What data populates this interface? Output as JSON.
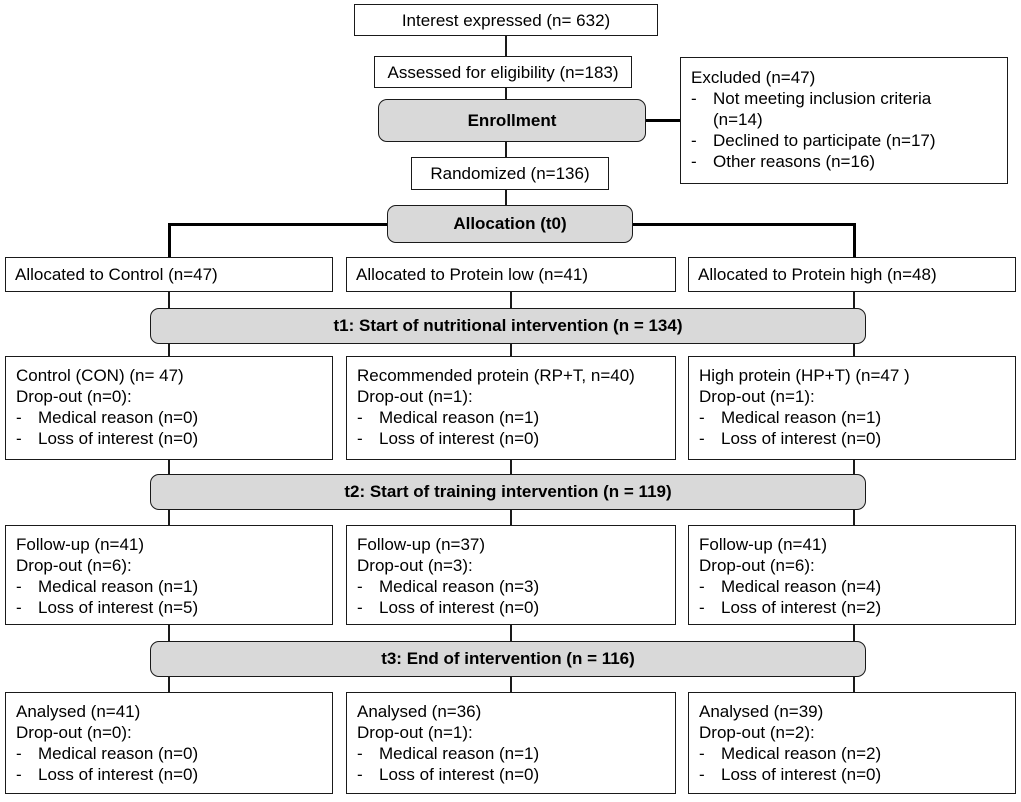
{
  "interest": "Interest expressed (n= 632)",
  "assessed": "Assessed for eligibility  (n=183)",
  "enrollment": "Enrollment",
  "excluded": {
    "title": "Excluded  (n=47)",
    "items": [
      [
        "Not meeting inclusion criteria",
        "(n=14)"
      ],
      [
        "Declined to participate (n=17)"
      ],
      [
        "Other reasons (n=16)"
      ]
    ]
  },
  "randomized": "Randomized  (n=136)",
  "allocation": "Allocation (t0)",
  "allocated": [
    "Allocated to Control (n=47)",
    "Allocated to Protein low  (n=41)",
    "Allocated to Protein high  (n=48)"
  ],
  "stages": {
    "t1": "t1: Start of nutritional intervention (n = 134)",
    "t2": "t2: Start of training intervention  (n = 119)",
    "t3": "t3: End of intervention (n = 116)"
  },
  "groups_t1": [
    {
      "title": "Control (CON) (n= 47)",
      "dropout": "Drop-out (n=0):",
      "medical": "Medical reason (n=0)",
      "loss": "Loss of interest (n=0)"
    },
    {
      "title": "Recommended protein (RP+T, n=40)",
      "dropout": "Drop-out (n=1):",
      "medical": "Medical reason (n=1)",
      "loss": "Loss of interest (n=0)"
    },
    {
      "title": "High protein (HP+T) (n=47 )",
      "dropout": "Drop-out (n=1):",
      "medical": "Medical reason (n=1)",
      "loss": "Loss of interest (n=0)"
    }
  ],
  "groups_t2": [
    {
      "title": "Follow-up  (n=41)",
      "dropout": "Drop-out (n=6):",
      "medical": "Medical reason (n=1)",
      "loss": "Loss of interest (n=5)"
    },
    {
      "title": "Follow-up  (n=37)",
      "dropout": "Drop-out (n=3):",
      "medical": "Medical reason (n=3)",
      "loss": "Loss of interest (n=0)"
    },
    {
      "title": "Follow-up  (n=41)",
      "dropout": "Drop-out (n=6):",
      "medical": "Medical reason (n=4)",
      "loss": "Loss of interest (n=2)"
    }
  ],
  "groups_t3": [
    {
      "title": "Analysed   (n=41)",
      "dropout": "Drop-out (n=0):",
      "medical": "Medical reason (n=0)",
      "loss": "Loss of interest (n=0)"
    },
    {
      "title": "Analysed   (n=36)",
      "dropout": "Drop-out (n=1):",
      "medical": "Medical reason (n=1)",
      "loss": "Loss of interest (n=0)"
    },
    {
      "title": "Analysed   (n=39)",
      "dropout": "Drop-out (n=2):",
      "medical": "Medical reason (n=2)",
      "loss": "Loss of interest (n=0)"
    }
  ]
}
